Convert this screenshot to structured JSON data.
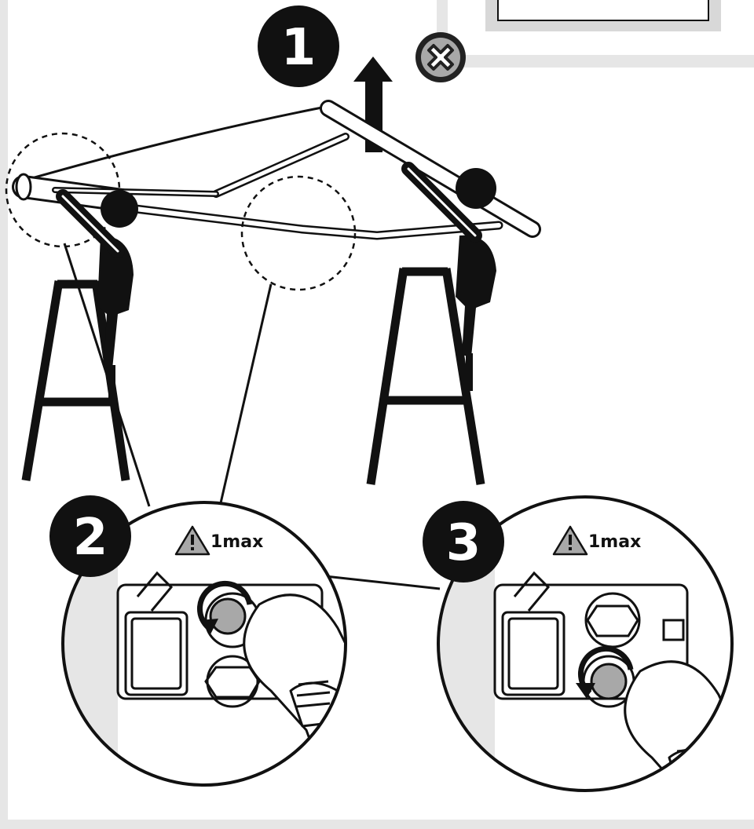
{
  "steps": {
    "one": {
      "label": "1"
    },
    "two": {
      "label": "2",
      "warning": "1max"
    },
    "three": {
      "label": "3",
      "warning": "1max"
    }
  },
  "icons": [
    "up-arrow-icon",
    "prohibited-x-icon",
    "warning-triangle-icon",
    "rotate-ccw-arrow-icon",
    "wrench-icon",
    "ladder-icon",
    "person-icon"
  ],
  "colors": {
    "ink": "#111111",
    "line": "#222222",
    "panel_gray": "#e6e6e6",
    "icon_gray": "#a8a8a8",
    "white": "#ffffff"
  }
}
